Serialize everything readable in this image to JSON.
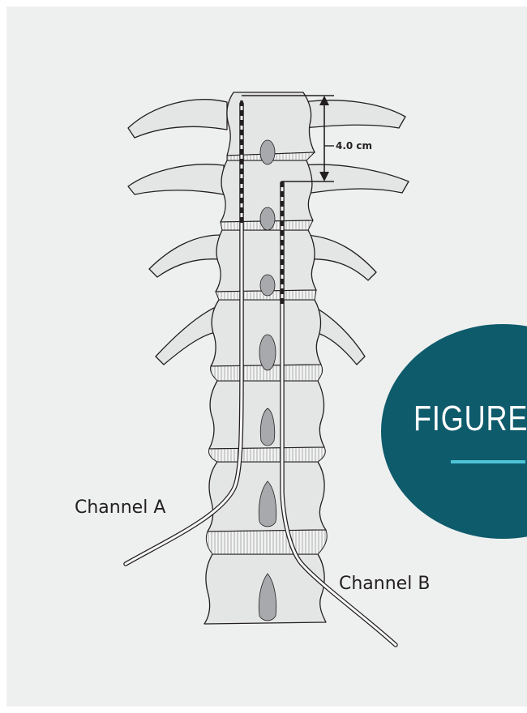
{
  "figure": {
    "distance_label": "4.0 cm",
    "channel_a_label": "Channel A",
    "channel_b_label": "Channel B",
    "badge_text": "FIGURE"
  },
  "colors": {
    "background": "#eef0ef",
    "bone_fill": "#e4e6e5",
    "outline": "#231f20",
    "foramen": "#a7a9ac",
    "badge": "#0e5b6c",
    "badge_rule": "#4fc3d6"
  }
}
